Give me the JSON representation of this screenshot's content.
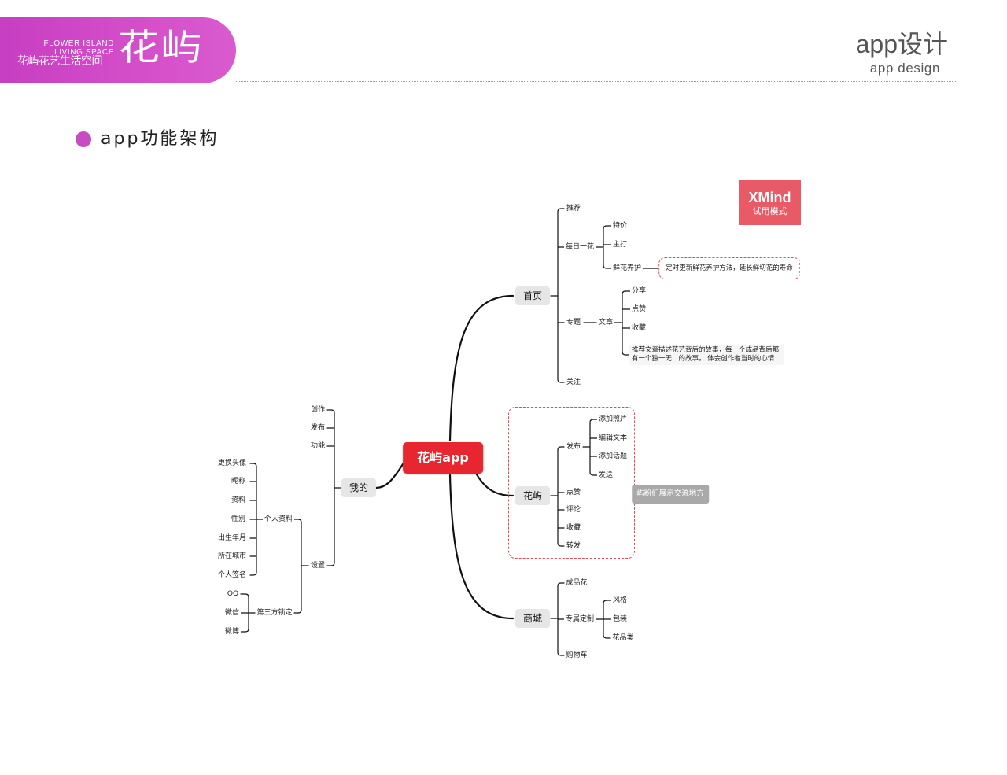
{
  "header": {
    "logo_en_line1": "FLOWER ISLAND",
    "logo_en_line2": "LIVING SPACE",
    "logo_cn": "花屿花艺生活空间",
    "logo_mark": "花屿",
    "title_cn": "app设计",
    "title_en": "app design",
    "accent_color": "#c84cc1"
  },
  "section": {
    "title": "app功能架构"
  },
  "watermark": {
    "brand": "XMind",
    "mode": "试用模式",
    "color": "#e95a67"
  },
  "mindmap": {
    "root": "花屿app",
    "home": {
      "label": "首页",
      "recommend": "推荐",
      "daily": "每日一花",
      "daily_children": [
        "特价",
        "主打",
        "鲜花养护"
      ],
      "care_note": "定时更新鲜花养护方法，延长鲜切花的寿命",
      "topic": "专题",
      "article": "文章",
      "article_children": [
        "分享",
        "点赞",
        "收藏"
      ],
      "article_note": "推荐文章描述花艺背后的故事，每一个成品背后都有一个独一无二的故事， 体会创作者当时的心情",
      "follow": "关注"
    },
    "island": {
      "label": "花屿",
      "publish": "发布",
      "publish_children": [
        "添加照片",
        "编辑文本",
        "添加话题",
        "发送"
      ],
      "actions": [
        "点赞",
        "评论",
        "收藏",
        "转发"
      ],
      "note": "屿粉们展示交流地方"
    },
    "mall": {
      "label": "商城",
      "finished": "成品花",
      "custom": "专属定制",
      "custom_children": [
        "风格",
        "包装",
        "花品类"
      ],
      "cart": "购物车"
    },
    "mine": {
      "label": "我的",
      "create": "创作",
      "post": "发布",
      "function": "功能",
      "settings": "设置",
      "profile": "个人资料",
      "profile_children": [
        "更换头像",
        "昵称",
        "资料",
        "性别",
        "出生年月",
        "所在城市",
        "个人签名"
      ],
      "third_party": "第三方锁定",
      "third_party_children": [
        "QQ",
        "微信",
        "微博"
      ]
    }
  }
}
